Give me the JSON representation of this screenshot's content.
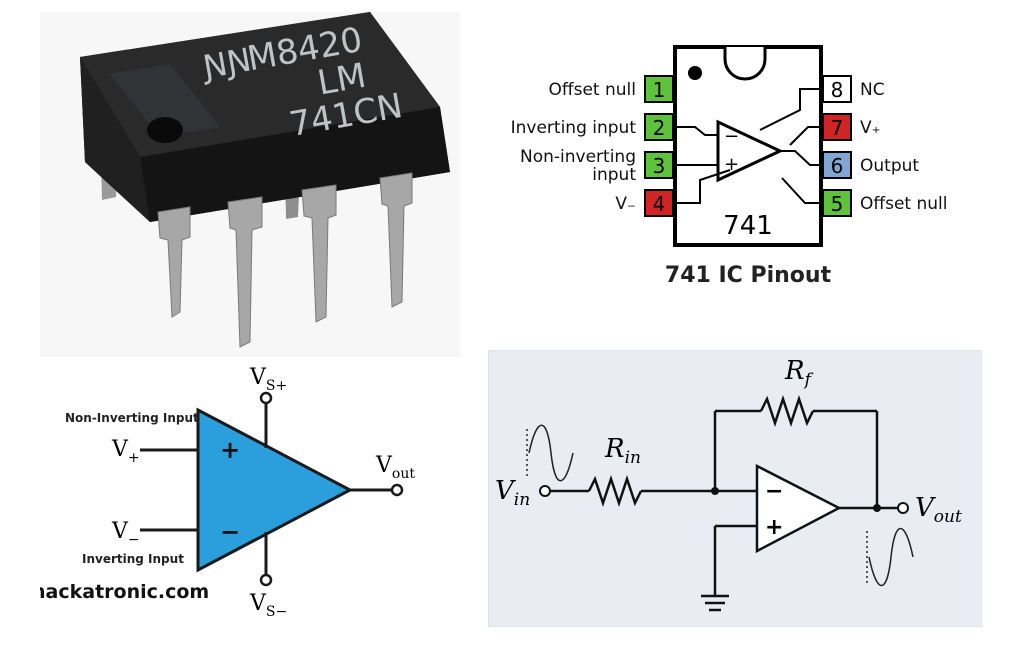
{
  "chip": {
    "marking_line1": "M8420",
    "marking_line2": "LM",
    "marking_line3": "741CN"
  },
  "pinout": {
    "title": "741 IC Pinout",
    "ic_label": "741",
    "pins_left": [
      {
        "num": "1",
        "label": "Offset null",
        "color": "#5ec23a"
      },
      {
        "num": "2",
        "label": "Inverting input",
        "color": "#5ec23a"
      },
      {
        "num": "3",
        "label": "Non-inverting\ninput",
        "color": "#5ec23a"
      },
      {
        "num": "4",
        "label": "V₋",
        "color": "#d12424"
      }
    ],
    "pins_right": [
      {
        "num": "8",
        "label": "NC",
        "color": "#ffffff"
      },
      {
        "num": "7",
        "label": "V₊",
        "color": "#d12424"
      },
      {
        "num": "6",
        "label": "Output",
        "color": "#7fa7d1"
      },
      {
        "num": "5",
        "label": "Offset null",
        "color": "#5ec23a"
      }
    ],
    "minus_sign": "−",
    "plus_sign": "+"
  },
  "opamp": {
    "label_noninv": "Non-Inverting Input",
    "label_inv": "Inverting Input",
    "vplus_main": "V",
    "vplus_sub": "+",
    "vminus_main": "V",
    "vminus_sub": "−",
    "vs_plus_main": "V",
    "vs_plus_sub": "S+",
    "vs_minus_main": "V",
    "vs_minus_sub": "S−",
    "vout_main": "V",
    "vout_sub": "out",
    "plus_sign": "+",
    "minus_sign": "−",
    "fill_color": "#2a9fdc"
  },
  "site": "hackatronic.com",
  "inverting": {
    "rf_main": "R",
    "rf_sub": "f",
    "rin_main": "R",
    "rin_sub": "in",
    "vin_main": "V",
    "vin_sub": "in",
    "vout_main": "V",
    "vout_sub": "out",
    "minus_sign": "−",
    "plus_sign": "+"
  }
}
